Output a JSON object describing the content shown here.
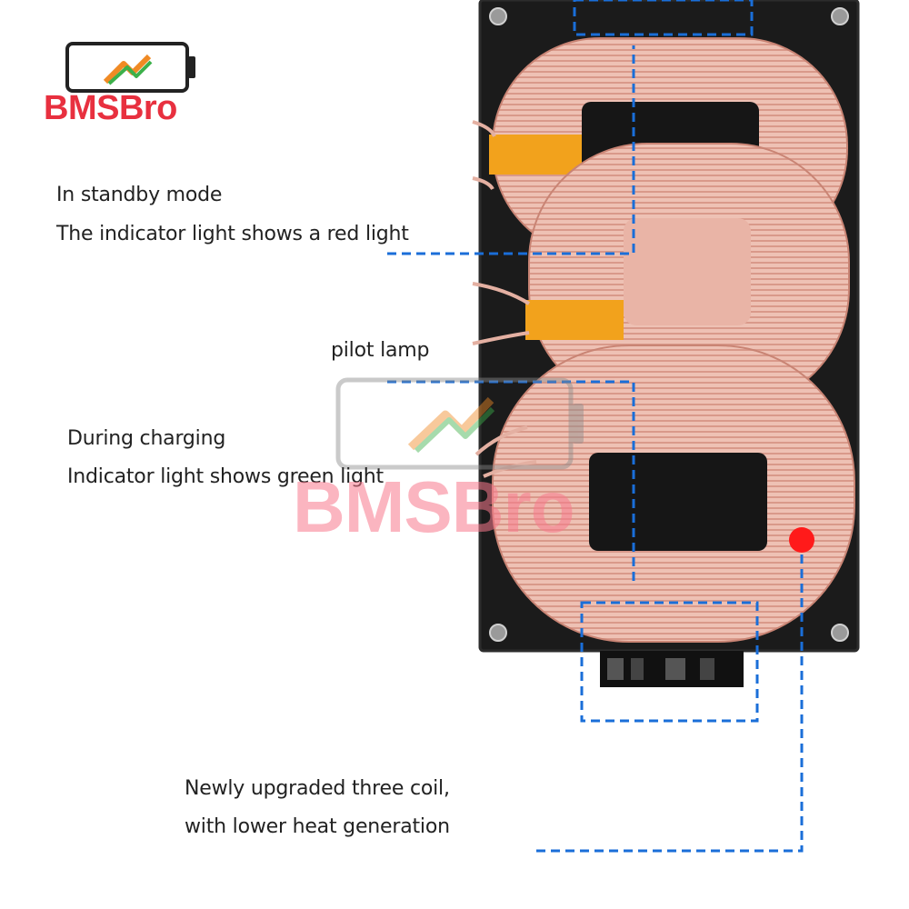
{
  "brand": {
    "logo_text": "BMSBro",
    "watermark_text": "BMSBro",
    "logo_icon": "battery-bolt-icon",
    "accent_red": "#e8303f",
    "accent_green": "#3cb04a",
    "accent_orange": "#f08a24"
  },
  "callouts": {
    "standby_line1": "In standby mode",
    "standby_line2": "The indicator light shows a red light",
    "pilot_lamp": "pilot lamp",
    "charging_line1": "During charging",
    "charging_line2": "Indicator light shows green light",
    "coil_line1": "Newly upgraded three coil,",
    "coil_line2": "with lower heat generation"
  },
  "colors": {
    "leader_line": "#1a6ed8",
    "indicator_dot": "#ff1a1a",
    "board": "#1b1b1b",
    "coil_copper": "#e9b4a6",
    "coil_tape": "#f2a21c"
  }
}
